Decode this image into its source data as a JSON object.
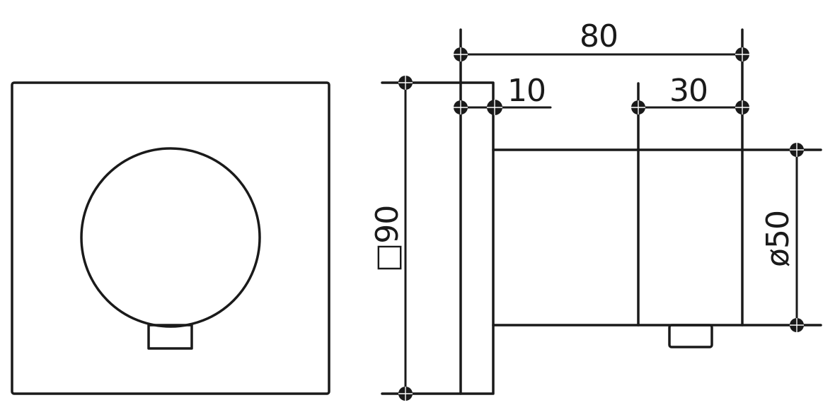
{
  "front_view": {
    "shape": "square plate with round knob",
    "stroke_color": "#1a1a1a"
  },
  "side_view": {
    "dimensions": {
      "overall_depth": "80",
      "plate_thickness": "10",
      "body_offset": "30",
      "plate_size": "□90",
      "body_diameter": "ø50"
    }
  },
  "colors": {
    "line": "#1a1a1a",
    "background": "#ffffff"
  }
}
